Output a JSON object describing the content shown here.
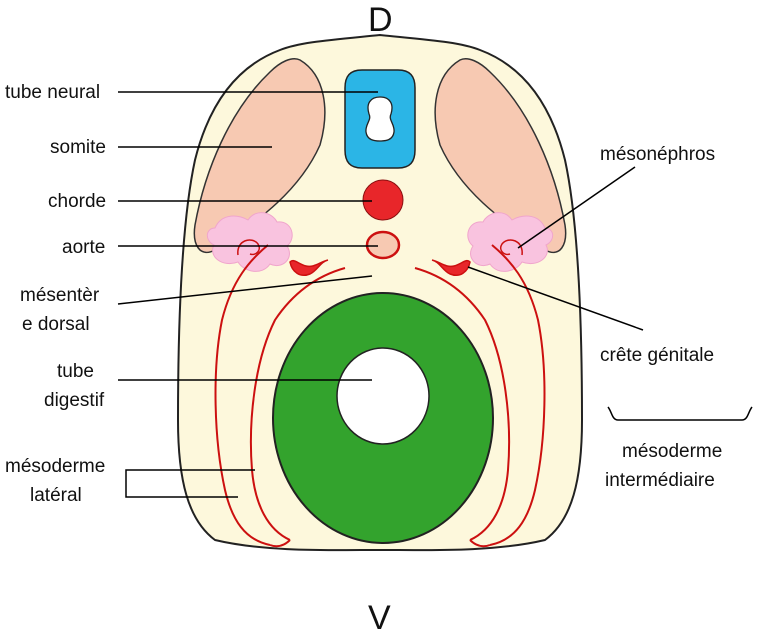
{
  "orientation": {
    "dorsal": "D",
    "ventral": "V"
  },
  "labels": {
    "tube_neural": "tube neural",
    "somite": "somite",
    "chorde": "chorde",
    "aorte": "aorte",
    "mesentere_dorsal_1": "mésentèr",
    "mesentere_dorsal_2": "e dorsal",
    "tube_digestif_1": "tube",
    "tube_digestif_2": "digestif",
    "mesoderme_lateral_1": "mésoderme",
    "mesoderme_lateral_2": "latéral",
    "mesonephros": "mésonéphros",
    "crete_genitale": "crête génitale",
    "mesoderme_intermediaire_1": "mésoderme",
    "mesoderme_intermediaire_2": "intermédiaire"
  },
  "colors": {
    "body": "#fdf8dc",
    "outline": "#222222",
    "neural_tube": "#2bb5e6",
    "somite": "#f7c9b2",
    "notochord": "#e8262a",
    "mesoderm_line": "#cc1010",
    "mesonephros_pink": "#f9c3df",
    "gut": "#33a32d"
  }
}
